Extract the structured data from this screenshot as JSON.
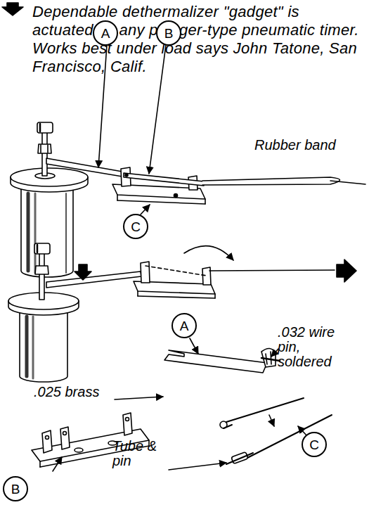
{
  "diagram": {
    "title": "Dependable dethermalizer \"gadget\" is actuated by any plunger-type pneumatic timer. Works best under load says John Tatone, San Francisco, Calif.",
    "nodes": [
      {
        "text": [
          "A"
        ]
      },
      {
        "text": [
          "B"
        ]
      },
      {
        "text": [
          "C"
        ]
      },
      {
        "text": [
          "A"
        ]
      },
      {
        "text": [
          "C"
        ]
      },
      {
        "text": [
          "B"
        ]
      }
    ],
    "labels": [
      "Rubber band",
      ".032 wire pin, soldered",
      ".025 brass",
      "Tube & pin"
    ]
  }
}
